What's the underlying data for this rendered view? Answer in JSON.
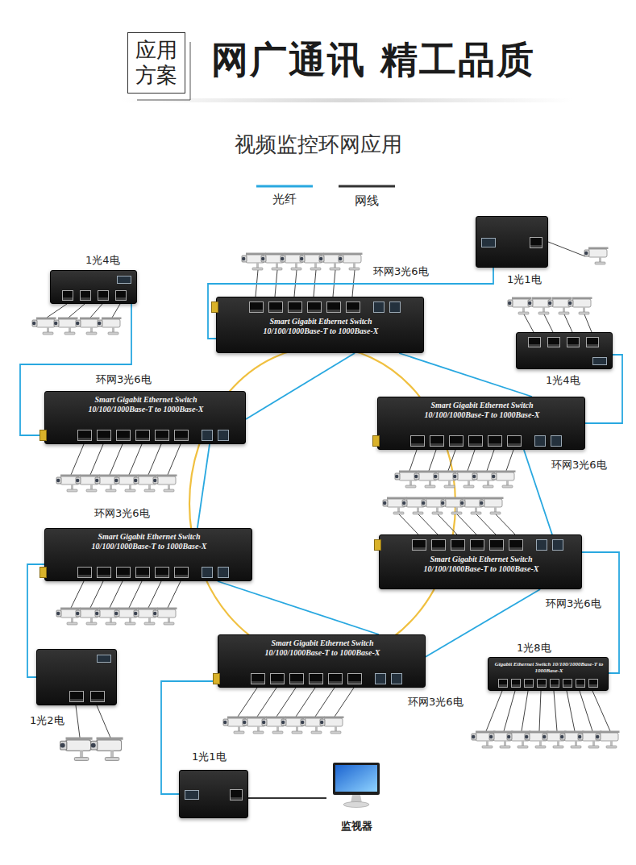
{
  "diagram": {
    "title": "网广通讯 精工品质",
    "nodes": [
      {
        "text": [
          "应用 方案"
        ]
      },
      {
        "text": [
          "1光4电"
        ]
      },
      {
        "text": [
          "环网3光6电",
          "Smart Gigabit Ethernet Switch 10/100/1000Base-T to 1000Base-X"
        ]
      },
      {
        "text": [
          "1光1电"
        ]
      },
      {
        "text": [
          "1光4电"
        ]
      },
      {
        "text": [
          "环网3光6电",
          "Smart Gigabit Ethernet Switch 10/100/1000Base-T to 1000Base-X"
        ]
      },
      {
        "text": [
          "环网3光6电",
          "Smart Gigabit Ethernet Switch 10/100/1000Base-T to 1000Base-X"
        ]
      },
      {
        "text": [
          "环网3光6电",
          "Smart Gigabit Ethernet Switch 10/100/1000Base-T to 1000Base-X"
        ]
      },
      {
        "text": [
          "环网3光6电",
          "Smart Gigabit Ethernet Switch 10/100/1000Base-T to 1000Base-X"
        ]
      },
      {
        "text": [
          "1光8电",
          "Gigabit Ethernet Switch 10/100/1000Base-T to 1000Base-X"
        ]
      },
      {
        "text": [
          "环网3光6电",
          "Smart Gigabit Ethernet Switch 10/100/1000Base-T to 1000Base-X"
        ]
      },
      {
        "text": [
          "1光2电"
        ]
      },
      {
        "text": [
          "1光1电"
        ]
      },
      {
        "text": [
          "监视器"
        ]
      }
    ],
    "edges": [
      {
        "from": 1,
        "to": 5,
        "arrow": "none"
      },
      {
        "from": 2,
        "to": 3,
        "arrow": "none"
      },
      {
        "from": 2,
        "to": 5,
        "arrow": "none"
      },
      {
        "from": 2,
        "to": 6,
        "arrow": "none"
      },
      {
        "from": 4,
        "to": 6,
        "arrow": "none"
      },
      {
        "from": 5,
        "to": 7,
        "arrow": "none"
      },
      {
        "from": 6,
        "to": 8,
        "arrow": "none"
      },
      {
        "from": 7,
        "to": 10,
        "arrow": "none"
      },
      {
        "from": 8,
        "to": 10,
        "arrow": "none"
      },
      {
        "from": 9,
        "to": 8,
        "arrow": "none"
      },
      {
        "from": 11,
        "to": 7,
        "arrow": "none"
      },
      {
        "from": 12,
        "to": 10,
        "arrow": "none"
      },
      {
        "from": 12,
        "to": 13,
        "arrow": "none"
      }
    ],
    "labels": [
      "视频监控环网应用"
    ],
    "legend": [
      {
        "text": "光纤"
      },
      {
        "text": "网线"
      }
    ]
  }
}
